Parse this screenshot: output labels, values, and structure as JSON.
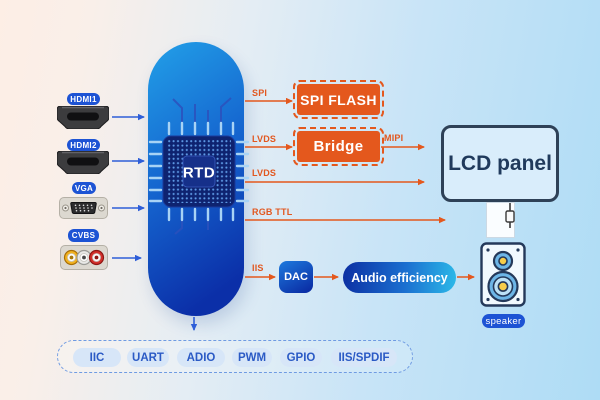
{
  "diagram": {
    "chip_label": "RTD",
    "inputs": {
      "hdmi1": "HDMI1",
      "hdmi2": "HDMI2",
      "vga": "VGA",
      "cvbs": "CVBS"
    },
    "bus_labels": {
      "spi": "SPI",
      "lvds_bridge": "LVDS",
      "lvds_panel": "LVDS",
      "mipi": "MIPI",
      "rgb_ttl": "RGB TTL",
      "iis": "IIS"
    },
    "blocks": {
      "spi_flash": "SPI FLASH",
      "bridge": "Bridge",
      "dac": "DAC",
      "audio_amp": "Audio efficiency",
      "lcd_panel": "LCD panel"
    },
    "speaker_label": "speaker",
    "peripherals": [
      "IIC",
      "UART",
      "ADIO",
      "PWM",
      "GPIO",
      "IIS/SPDIF"
    ],
    "colors": {
      "accent_orange": "#e4581d",
      "arrow_blue": "#2e5ed8",
      "chip_pill_top": "#22a0e8",
      "chip_pill_bottom": "#0b2fa8",
      "label_pill_blue": "#1d53d4"
    }
  }
}
